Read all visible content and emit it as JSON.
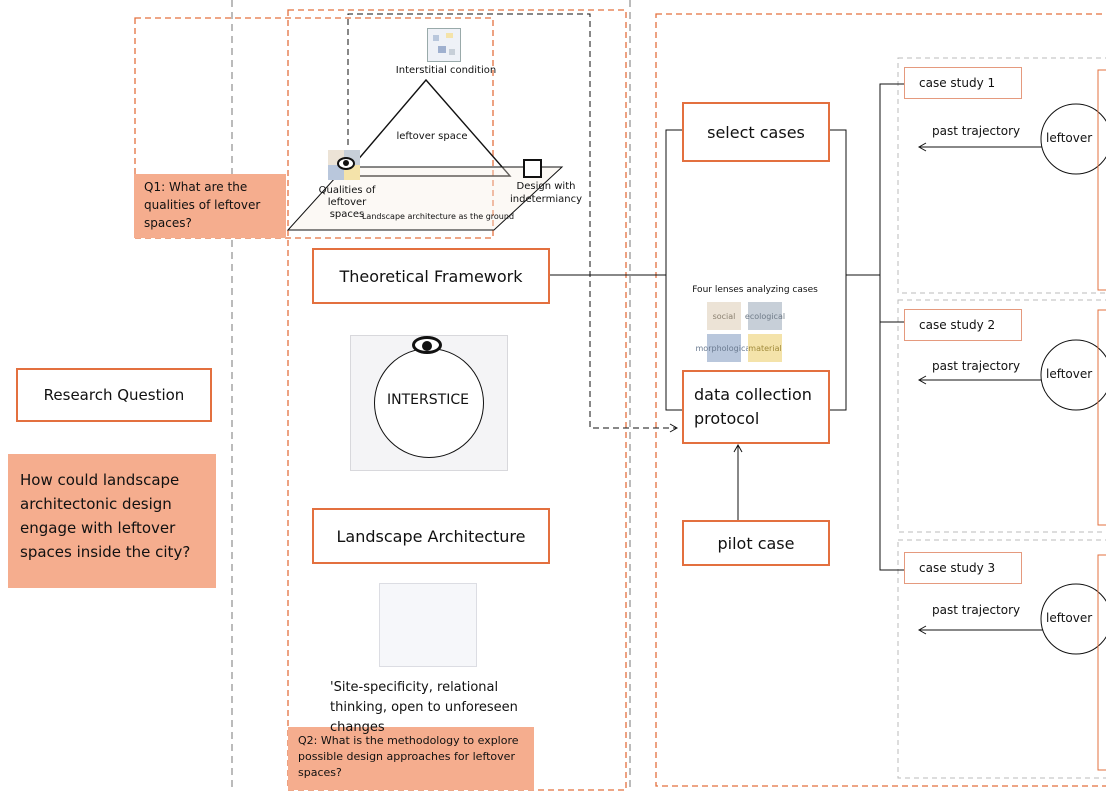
{
  "research_question": "Research Question",
  "main_question": "How could landscape architectonic design engage with leftover spaces inside the city?",
  "q1": "Q1: What are the qualities of leftover spaces?",
  "q2": "Q2: What is the methodology to explore possible design approaches for leftover spaces?",
  "framework": {
    "top_label": "Interstitial condition",
    "center_label": "leftover space",
    "left_label": "Qualities of leftover spaces",
    "right_label": "Design with indetermiancy",
    "ground_label": "Landscape architecture as the ground"
  },
  "theoretical_framework": "Theoretical Framework",
  "interstice": "INTERSTICE",
  "landscape_architecture": "Landscape Architecture",
  "site_quote": "'Site-specificity, relational thinking, open to unforeseen changes",
  "select_cases": "select cases",
  "lenses_title": "Four lenses analyzing  cases",
  "lenses": [
    "social",
    "ecological",
    "morphological",
    "material"
  ],
  "lens_colors": [
    "#ece3d6",
    "#c7cfd8",
    "#b9c7dc",
    "#f4e3aa"
  ],
  "data_collection": "data collection protocol",
  "pilot_case": "pilot case",
  "case_studies": [
    {
      "label": "case study 1",
      "trajectory": "past trajectory",
      "circle": "leftover"
    },
    {
      "label": "case study 2",
      "trajectory": "past trajectory",
      "circle": "leftover"
    },
    {
      "label": "case study 3",
      "trajectory": "past trajectory",
      "circle": "leftover"
    }
  ],
  "colors": {
    "accent": "#e3703f",
    "fill": "#f5ad8e"
  }
}
